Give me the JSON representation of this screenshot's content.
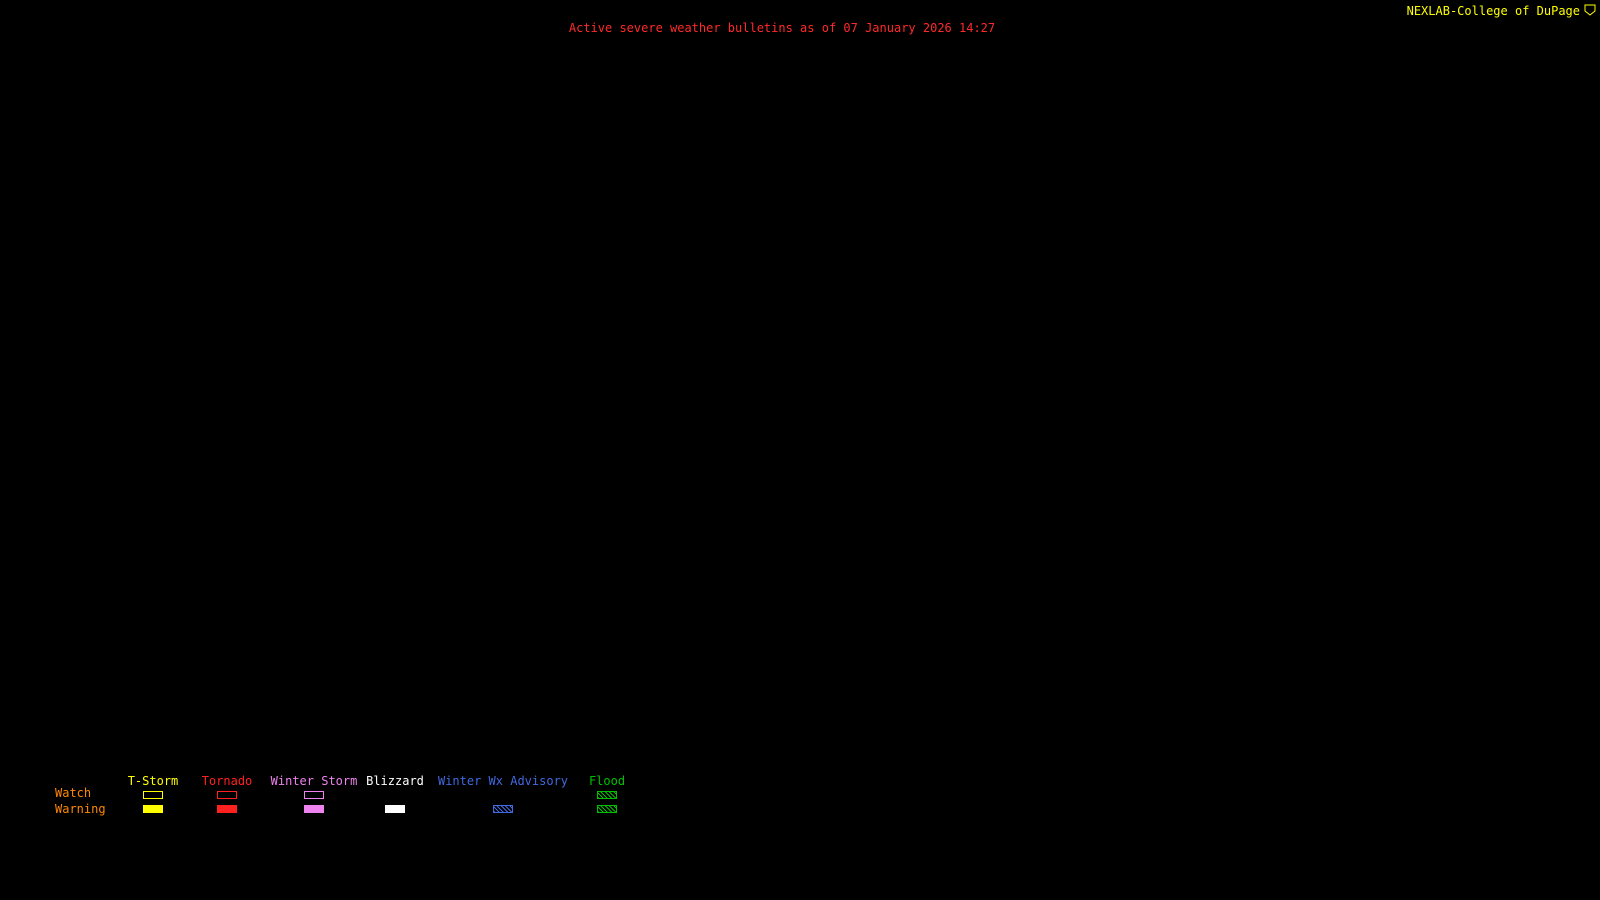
{
  "page": {
    "background_color": "#000000"
  },
  "header": {
    "title": "Active severe weather bulletins as of 07 January 2026 14:27",
    "title_color": "#ff2a2a",
    "brand": "NEXLAB-College of DuPage",
    "brand_color": "#ffff00",
    "brand_icon": "shield-icon"
  },
  "legend": {
    "row_label_color": "#ff8800",
    "rows": [
      {
        "label": "Watch"
      },
      {
        "label": "Warning"
      }
    ],
    "columns": [
      {
        "label": "T-Storm",
        "color": "#ffff00",
        "watch": "outline",
        "warning": "fill"
      },
      {
        "label": "Tornado",
        "color": "#ff2020",
        "watch": "outline",
        "warning": "fill"
      },
      {
        "label": "Winter Storm",
        "color": "#ee82ee",
        "watch": "outline",
        "warning": "fill"
      },
      {
        "label": "Blizzard",
        "color": "#ffffff",
        "watch": "none",
        "warning": "fill"
      },
      {
        "label": "Winter Wx Advisory",
        "color": "#4169e1",
        "watch": "none",
        "warning": "hatch"
      },
      {
        "label": "Flood",
        "color": "#00c000",
        "watch": "hatch",
        "warning": "hatch"
      }
    ]
  }
}
